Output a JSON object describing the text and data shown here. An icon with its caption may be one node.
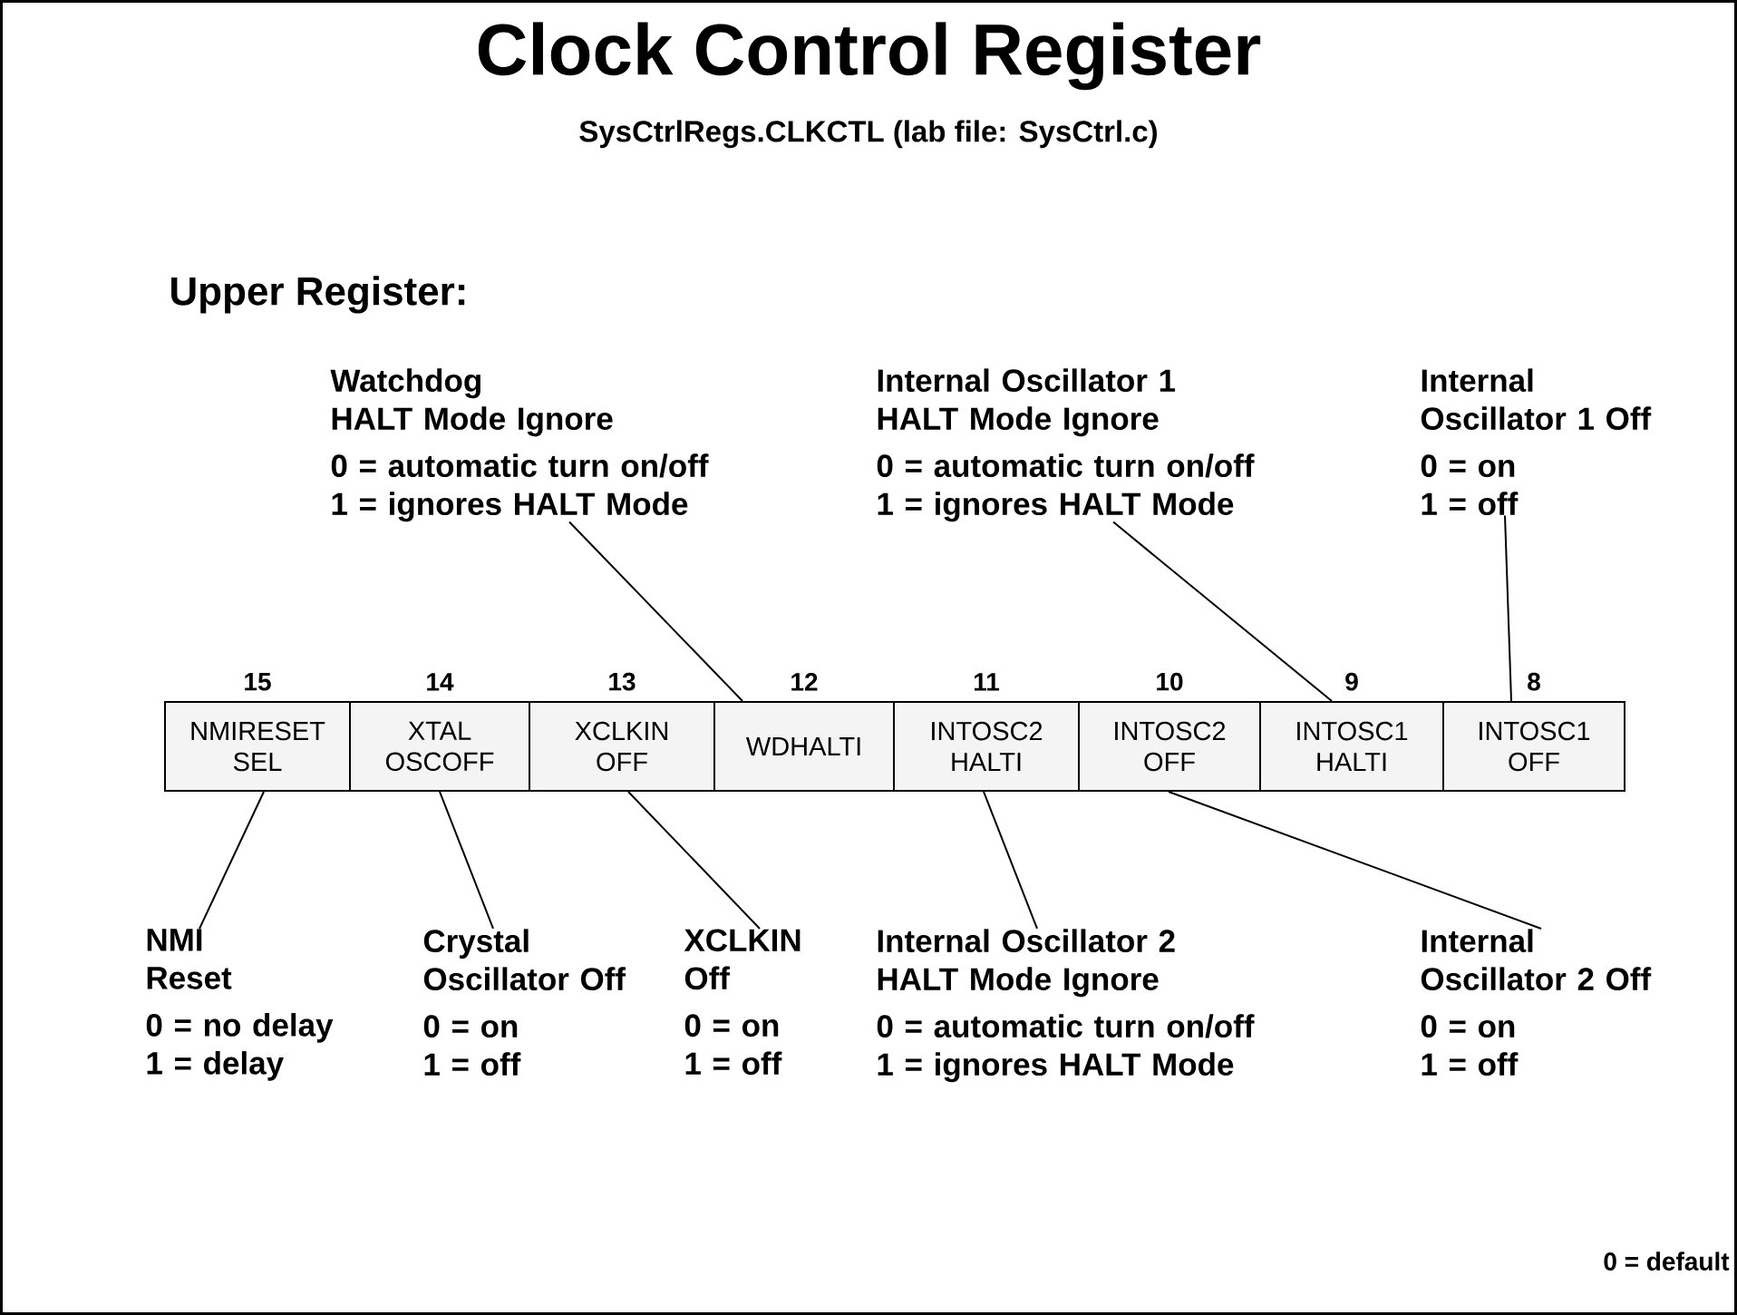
{
  "diagram": {
    "title": "Clock Control Register",
    "nodes": [
      {
        "text": [
          "NMIRESET SEL"
        ],
        "beside": [
          "15"
        ]
      },
      {
        "text": [
          "XTAL OSCOFF"
        ],
        "beside": [
          "14"
        ]
      },
      {
        "text": [
          "XCLKIN OFF"
        ],
        "beside": [
          "13"
        ]
      },
      {
        "text": [
          "WDHALTI"
        ],
        "beside": [
          "12"
        ]
      },
      {
        "text": [
          "INTOSC2 HALTI"
        ],
        "beside": [
          "11"
        ]
      },
      {
        "text": [
          "INTOSC2 OFF"
        ],
        "beside": [
          "10"
        ]
      },
      {
        "text": [
          "INTOSC1 HALTI"
        ],
        "beside": [
          "9"
        ]
      },
      {
        "text": [
          "INTOSC1 OFF"
        ],
        "beside": [
          "8"
        ]
      },
      {
        "text": [
          "Watchdog HALT Mode Ignore",
          "0 = automatic turn on/off",
          "1 = ignores HALT Mode"
        ]
      },
      {
        "text": [
          "Internal Oscillator 1 HALT Mode Ignore",
          "0 = automatic turn on/off",
          "1 = ignores HALT Mode"
        ]
      },
      {
        "text": [
          "Internal Oscillator 1 Off",
          "0 = on",
          "1 = off"
        ]
      },
      {
        "text": [
          "NMI Reset",
          "0 = no delay",
          "1 = delay"
        ]
      },
      {
        "text": [
          "Crystal Oscillator Off",
          "0 = on",
          "1 = off"
        ]
      },
      {
        "text": [
          "XCLKIN Off",
          "0 = on",
          "1 = off"
        ]
      },
      {
        "text": [
          "Internal Oscillator 2 HALT Mode Ignore",
          "0 = automatic turn on/off",
          "1 = ignores HALT Mode"
        ]
      },
      {
        "text": [
          "Internal Oscillator 2 Off",
          "0 = on",
          "1 = off"
        ]
      }
    ],
    "edges": [
      {
        "from": 8,
        "to": 3,
        "arrow": "none"
      },
      {
        "from": 9,
        "to": 6,
        "arrow": "none"
      },
      {
        "from": 10,
        "to": 7,
        "arrow": "none"
      },
      {
        "from": 11,
        "to": 0,
        "arrow": "none"
      },
      {
        "from": 12,
        "to": 1,
        "arrow": "none"
      },
      {
        "from": 13,
        "to": 2,
        "arrow": "none"
      },
      {
        "from": 14,
        "to": 4,
        "arrow": "none"
      },
      {
        "from": 15,
        "to": 5,
        "arrow": "none"
      }
    ],
    "labels": [
      "SysCtrlRegs.CLKCTL (lab file: SysCtrl.c)",
      "Upper Register:",
      "0 = default"
    ]
  }
}
